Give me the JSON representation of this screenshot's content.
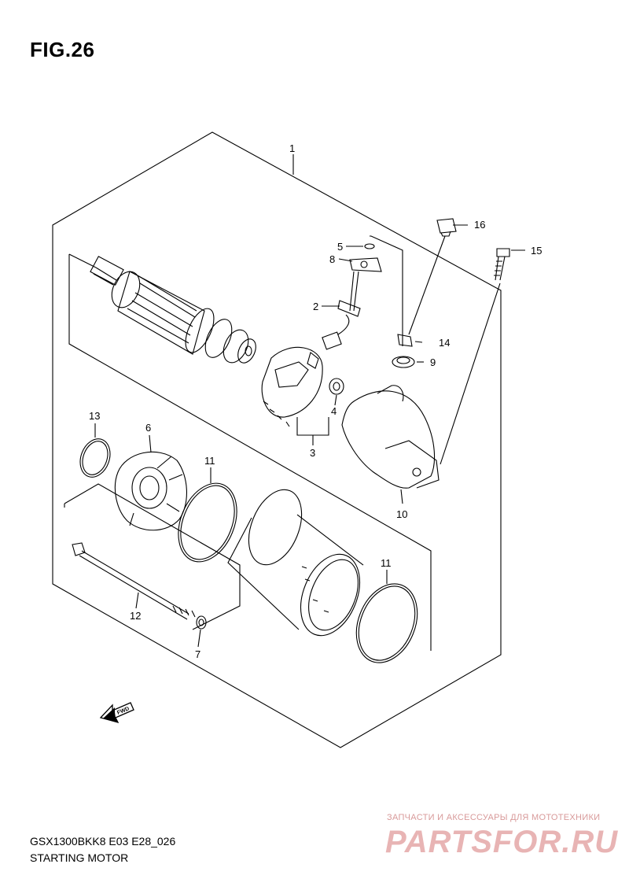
{
  "figure": {
    "title": "FIG.26"
  },
  "callouts": {
    "p1": "1",
    "p2": "2",
    "p3": "3",
    "p4": "4",
    "p5": "5",
    "p6": "6",
    "p7": "7",
    "p8": "8",
    "p9": "9",
    "p10": "10",
    "p11a": "11",
    "p11b": "11",
    "p12": "12",
    "p13": "13",
    "p14": "14",
    "p15": "15",
    "p16": "16"
  },
  "fwd_arrow": {
    "label": "FWD"
  },
  "footer": {
    "model": "GSX1300BKK8 E03 E28_026",
    "section": "STARTING MOTOR"
  },
  "watermark": {
    "tagline": "ЗАПЧАСТИ И АКСЕССУАРЫ ДЛЯ МОТОТЕХНИКИ",
    "brand": "PARTSFOR.RU"
  }
}
